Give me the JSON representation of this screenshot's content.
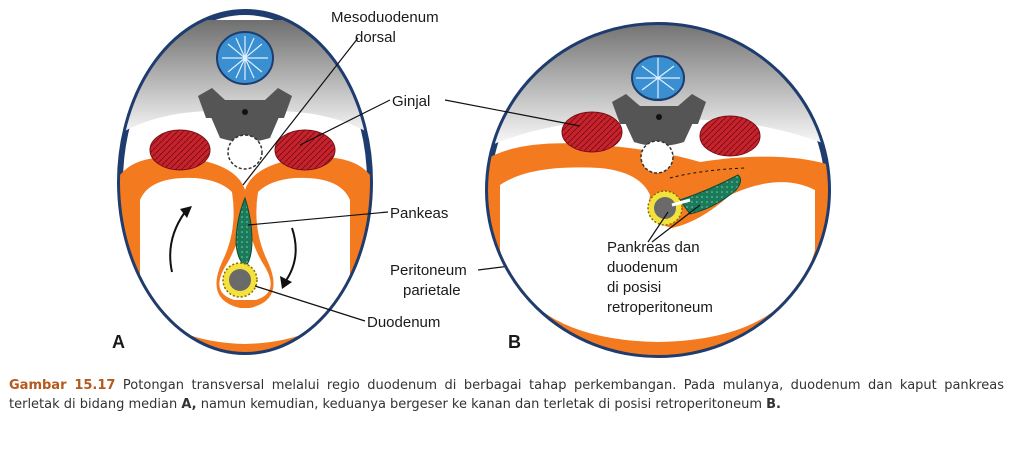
{
  "labels": {
    "mesoduodenum_line1": "Mesoduodenum",
    "mesoduodenum_line2": "dorsal",
    "ginjal": "Ginjal",
    "pankeas": "Pankeas",
    "peritoneum_line1": "Peritoneum",
    "peritoneum_line2": "parietale",
    "duodenum": "Duodenum",
    "pankreas_b_line1": "Pankreas dan",
    "pankreas_b_line2": "duodenum",
    "pankreas_b_line3": "di posisi",
    "pankreas_b_line4": "retroperitoneum"
  },
  "panels": {
    "a": "A",
    "b": "B"
  },
  "caption": {
    "figure_number": "Gambar 15.17",
    "text_1": " Potongan transversal melalui regio duodenum di berbagai tahap perkembangan. Pada mulanya, duodenum dan kaput pankreas terletak di bidang median ",
    "bold_a": "A,",
    "text_2": " namun kemudian, keduanya bergeser ke kanan dan terletak di posisi retroperitoneum ",
    "bold_b": "B."
  },
  "colors": {
    "outline": "#1e3c6e",
    "peritoneum": "#f47a20",
    "kidney": "#c8232c",
    "vertebra": "#3a8fd0",
    "bone_gray": "#555555",
    "pancreas": "#1a7a5a",
    "duodenum_ring": "#f4e23c",
    "caption_accent": "#b45a1c"
  }
}
